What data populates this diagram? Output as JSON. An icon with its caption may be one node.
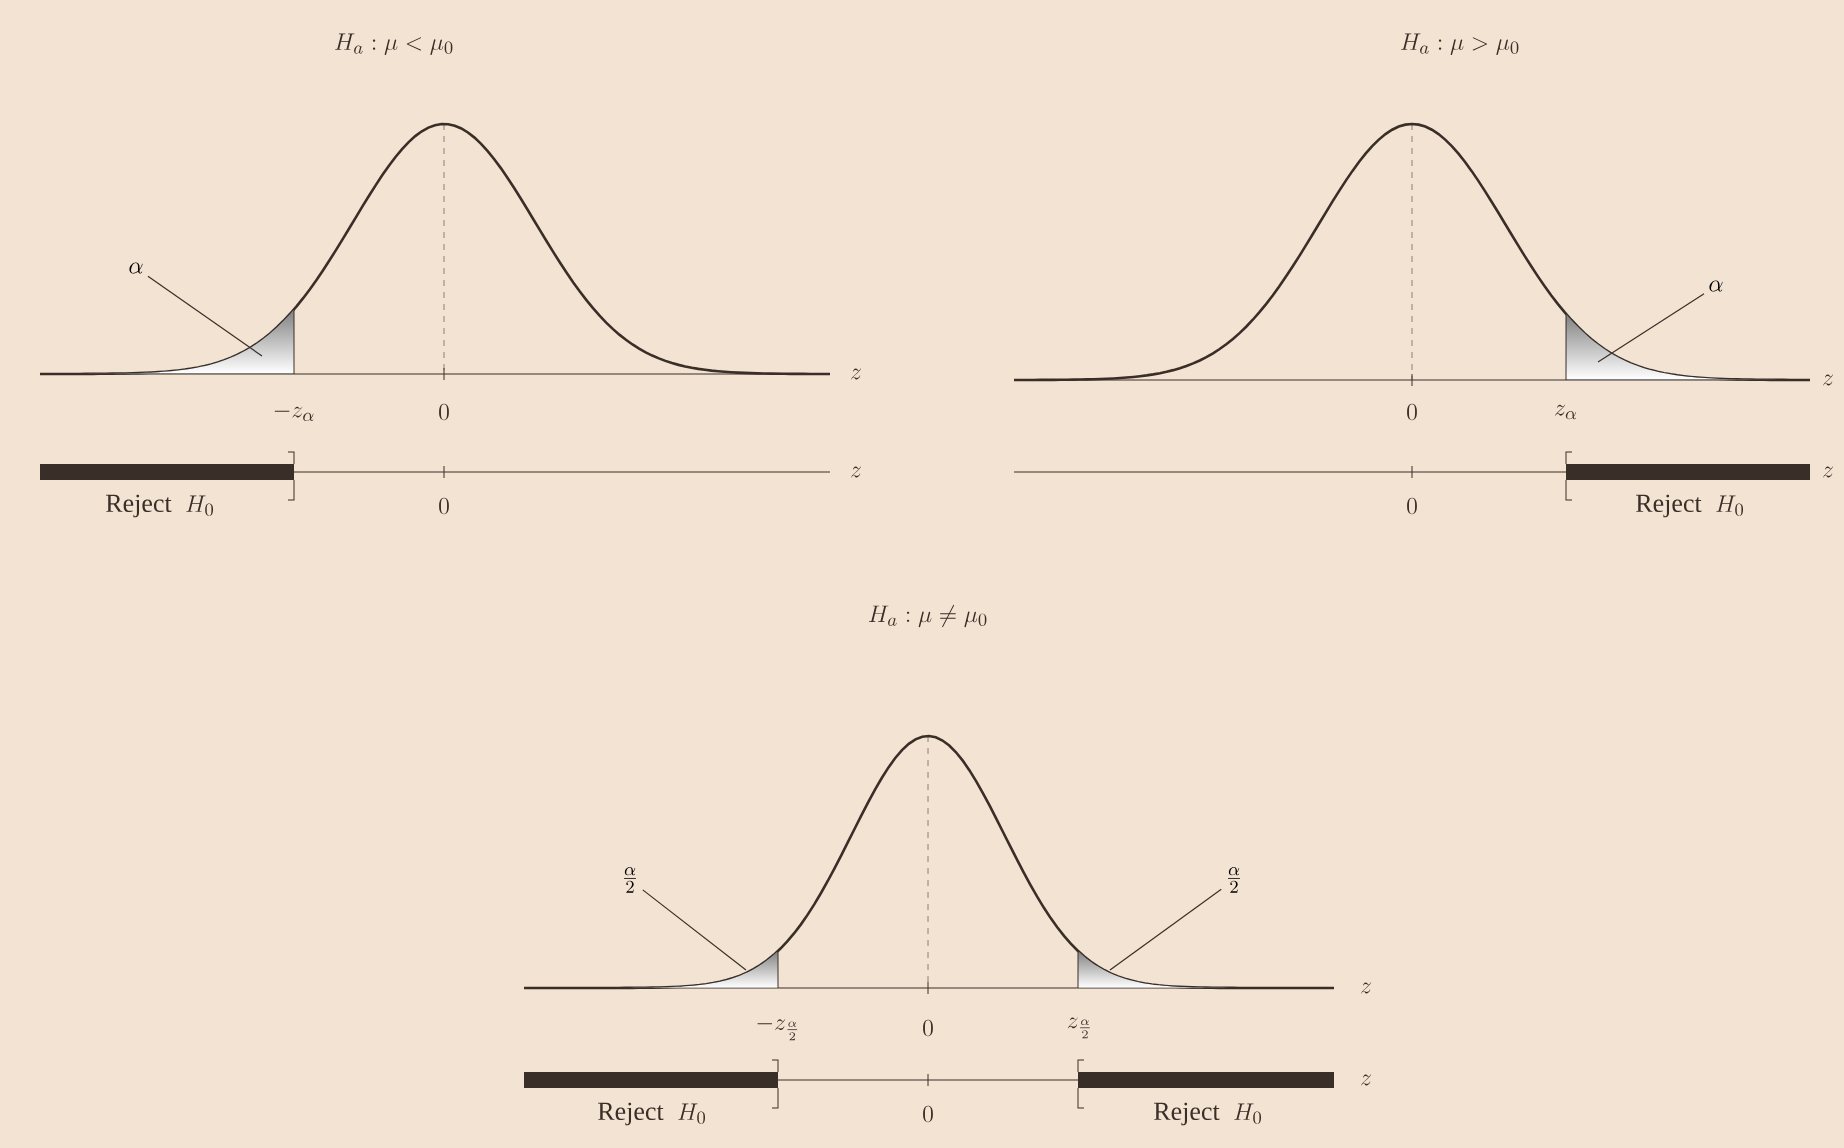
{
  "diagram": {
    "nodes": [
      {
        "text": [
          "\\alpha"
        ]
      },
      {
        "text": [],
        "shape": "region"
      },
      {
        "text": [
          "\\alpha"
        ]
      },
      {
        "text": [],
        "shape": "region"
      },
      {
        "text": [
          "\\frac{\\alpha}{2}"
        ]
      },
      {
        "text": [],
        "shape": "region"
      },
      {
        "text": [
          "\\frac{\\alpha}{2}"
        ]
      },
      {
        "text": [],
        "shape": "region"
      }
    ],
    "edges": [
      {
        "from": 0,
        "to": 1,
        "arrow": "none"
      },
      {
        "from": 2,
        "to": 3,
        "arrow": "none"
      },
      {
        "from": 4,
        "to": 5,
        "arrow": "none"
      },
      {
        "from": 6,
        "to": 7,
        "arrow": "none"
      }
    ],
    "labels": [
      "H_a : \\mu < \\mu_0",
      "H_a : \\mu > \\mu_0",
      "-z_\\alpha",
      "0",
      "z",
      "0",
      "z_\\alpha",
      "z",
      "\\mathrm{Reject}\\;\\; H_0",
      "0",
      "z",
      "0",
      "\\mathrm{Reject}\\;\\; H_0",
      "z",
      "H_a : \\mu \\neq \\mu_0",
      "-z_{\\frac{\\alpha}{2}}",
      "0",
      "z_{\\frac{\\alpha}{2}}",
      "z",
      "\\mathrm{Reject}\\;\\; H_0",
      "0",
      "\\mathrm{Reject}\\;\\; H_0",
      "z"
    ]
  }
}
